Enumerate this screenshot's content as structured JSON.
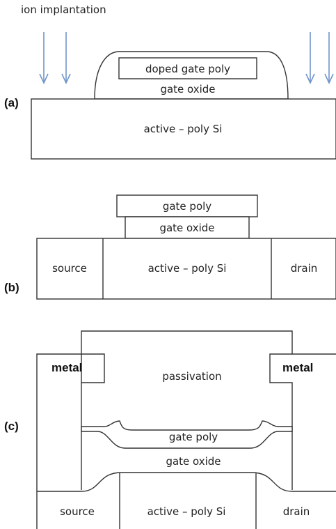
{
  "title": "ion implantation",
  "panel_a": {
    "tag": "(a)",
    "gate": "doped gate poly",
    "oxide": "gate oxide",
    "active": "active – poly Si"
  },
  "panel_b": {
    "tag": "(b)",
    "gate": "gate poly",
    "oxide": "gate oxide",
    "source": "source",
    "active": "active – poly Si",
    "drain": "drain"
  },
  "panel_c": {
    "tag": "(c)",
    "metal_left": "metal",
    "metal_right": "metal",
    "passivation": "passivation",
    "gate": "gate poly",
    "oxide": "gate oxide",
    "source": "source",
    "active": "active – poly Si",
    "drain": "drain"
  }
}
